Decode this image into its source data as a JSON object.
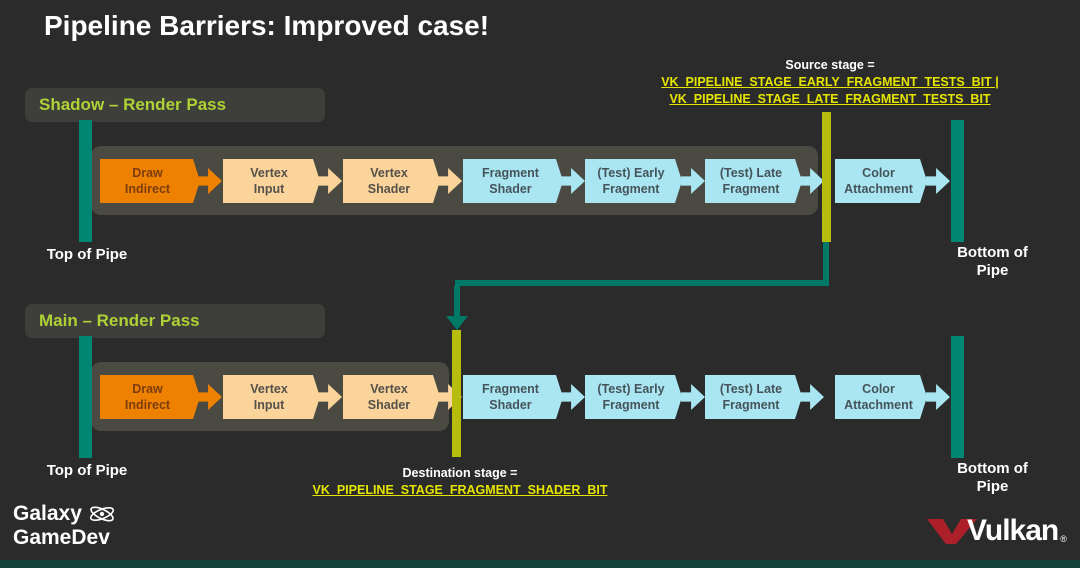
{
  "colors": {
    "bg": "#2b2b2b",
    "pill-bg": "#3e3e3a",
    "pass-title": "#aed136",
    "container": "#4b4a42",
    "teal": "#008672",
    "olive": "#b7bd0e",
    "connector": "#007a66",
    "orange": "#ee8200",
    "orange-text": "#7b3c10",
    "peach": "#fbd49c",
    "peach-text": "#55514a",
    "cyan": "#a9e6f2",
    "cyan-text": "#46545a",
    "vk-yellow": "#e5e500",
    "vulkan-red": "#ae2029",
    "footer-strip": "#14423a"
  },
  "title": "Pipeline Barriers: Improved case!",
  "source_stage": {
    "label": "Source stage =",
    "value_line1": "VK_PIPELINE_STAGE_EARLY_FRAGMENT_TESTS_BIT |",
    "value_line2": "VK_PIPELINE_STAGE_LATE_FRAGMENT_TESTS_BIT"
  },
  "destination_stage": {
    "label": "Destination stage =",
    "value": "VK_PIPELINE_STAGE_FRAGMENT_SHADER_BIT"
  },
  "shadow_pass": {
    "title": "Shadow – Render Pass",
    "top_of_pipe": "Top of Pipe",
    "bottom_of_pipe_line1": "Bottom of",
    "bottom_of_pipe_line2": "Pipe"
  },
  "main_pass": {
    "title": "Main – Render Pass",
    "top_of_pipe": "Top of Pipe",
    "bottom_of_pipe_line1": "Bottom of",
    "bottom_of_pipe_line2": "Pipe"
  },
  "stages": [
    {
      "line1": "Draw",
      "line2": "Indirect"
    },
    {
      "line1": "Vertex",
      "line2": "Input"
    },
    {
      "line1": "Vertex",
      "line2": "Shader"
    },
    {
      "line1": "Fragment",
      "line2": "Shader"
    },
    {
      "line1": "(Test) Early",
      "line2": "Fragment"
    },
    {
      "line1": "(Test) Late",
      "line2": "Fragment"
    },
    {
      "line1": "Color",
      "line2": "Attachment"
    }
  ],
  "footer": {
    "brand_line1": "Galaxy",
    "brand_line2": "GameDev",
    "vulkan": "Vulkan",
    "registered": "®"
  }
}
